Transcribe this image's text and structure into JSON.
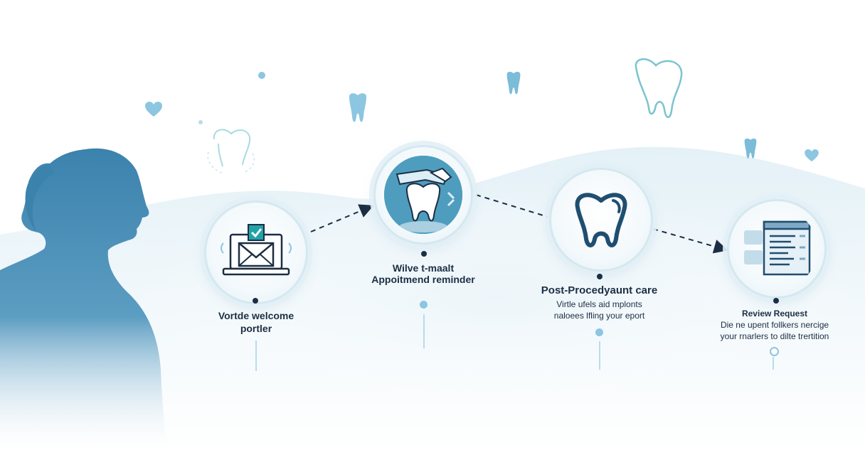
{
  "steps": [
    {
      "label_lines": [
        "Vortde welcome",
        "portler"
      ],
      "desc_lines": [],
      "icon": "laptop-envelope-check-icon"
    },
    {
      "label_lines": [
        "Wilve t-maalt",
        "Appoitmend reminder"
      ],
      "desc_lines": [],
      "icon": "tooth-dental-tools-icon"
    },
    {
      "label_lines": [
        "Post-Procedyaunt care"
      ],
      "desc_lines": [
        "Virtle ufels aid mplonts",
        "naloees lfling your eport"
      ],
      "icon": "tooth-outline-icon"
    },
    {
      "label_lines": [
        "Review Request"
      ],
      "desc_lines": [
        "Die ne upent follkers nercige",
        "your rnarlers to dilte trertition"
      ],
      "icon": "review-document-icon"
    }
  ],
  "colors": {
    "silhouette": "#3b82ad",
    "accent": "#8cc6e0",
    "text": "#1c2e44",
    "check": "#22a3a8"
  }
}
